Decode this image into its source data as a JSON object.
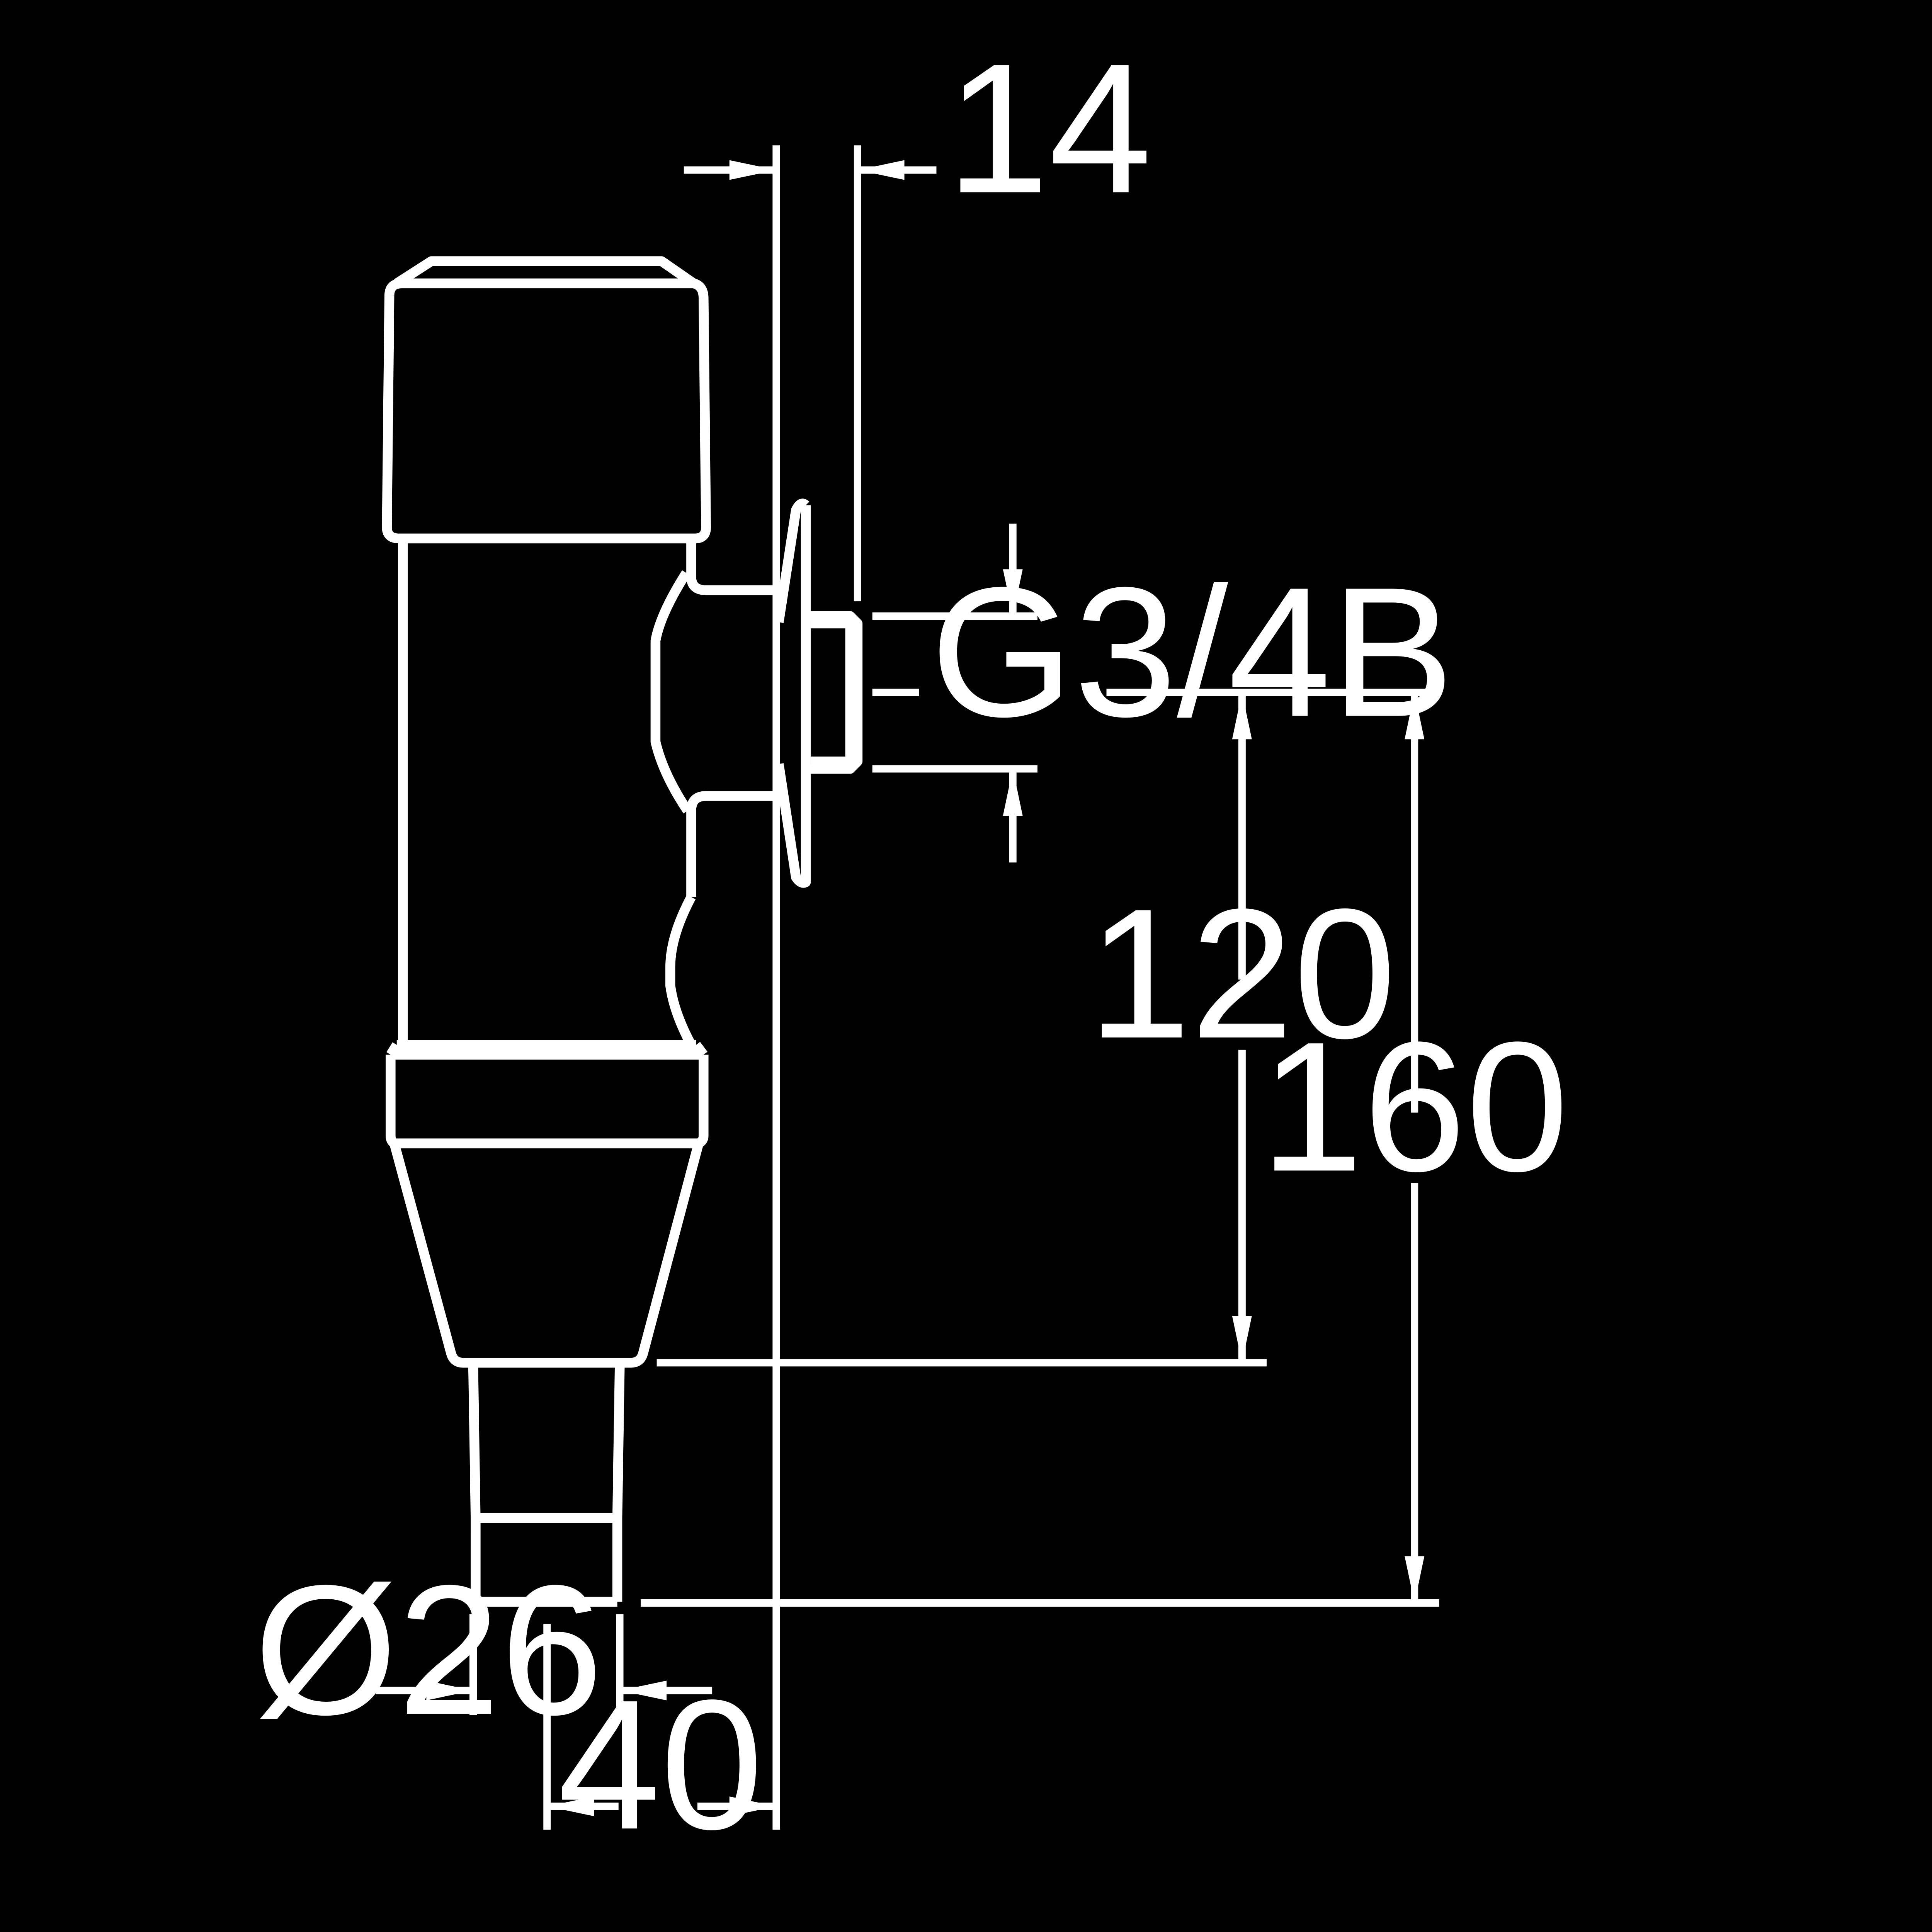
{
  "colors": {
    "background": "#000000",
    "lines": "#ffffff"
  },
  "dimensions": {
    "wall_offset": "14",
    "thread": "G3/4B",
    "height_to_body": "120",
    "height_total": "160",
    "outlet_diameter": "Ø26",
    "axis_distance": "40"
  }
}
